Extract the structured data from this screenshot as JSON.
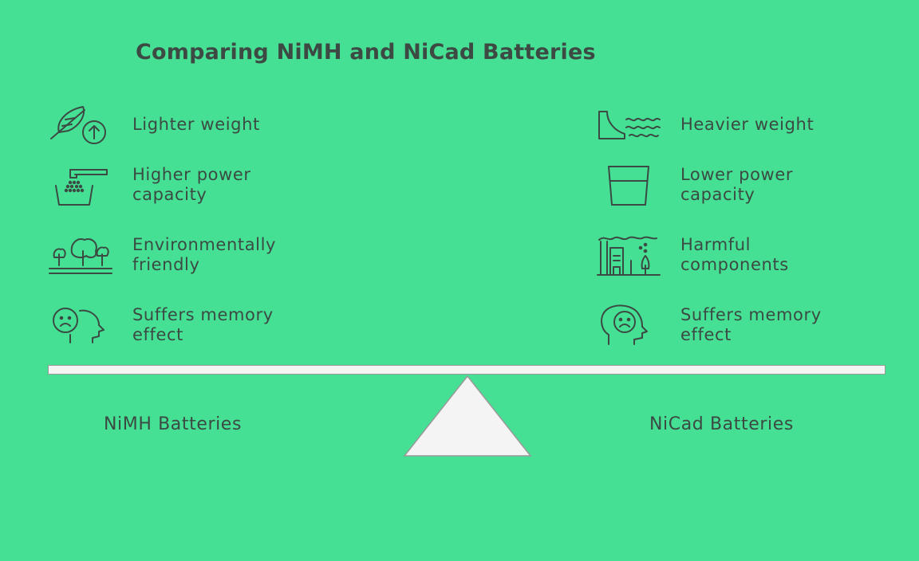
{
  "title": "Comparing NiMH and NiCad Batteries",
  "left": {
    "name": "NiMH Batteries",
    "items": [
      {
        "label_line1": "Lighter weight",
        "label_line2": "",
        "icon": "feather-up-icon"
      },
      {
        "label_line1": "Higher power",
        "label_line2": "capacity",
        "icon": "faucet-bucket-icon"
      },
      {
        "label_line1": "Environmentally",
        "label_line2": "friendly",
        "icon": "trees-icon"
      },
      {
        "label_line1": "Suffers memory",
        "label_line2": "effect",
        "icon": "sad-head-icon"
      }
    ]
  },
  "right": {
    "name": "NiCad Batteries",
    "items": [
      {
        "label_line1": "Heavier weight",
        "label_line2": "",
        "icon": "dam-water-icon"
      },
      {
        "label_line1": "Lower power",
        "label_line2": "capacity",
        "icon": "glass-icon"
      },
      {
        "label_line1": "Harmful",
        "label_line2": "components",
        "icon": "factory-pollution-icon"
      },
      {
        "label_line1": "Suffers memory",
        "label_line2": "effect",
        "icon": "sad-head-icon"
      }
    ]
  },
  "colors": {
    "background": "#45e094",
    "text": "#3b4a43",
    "beam": "#f4f4f4"
  }
}
